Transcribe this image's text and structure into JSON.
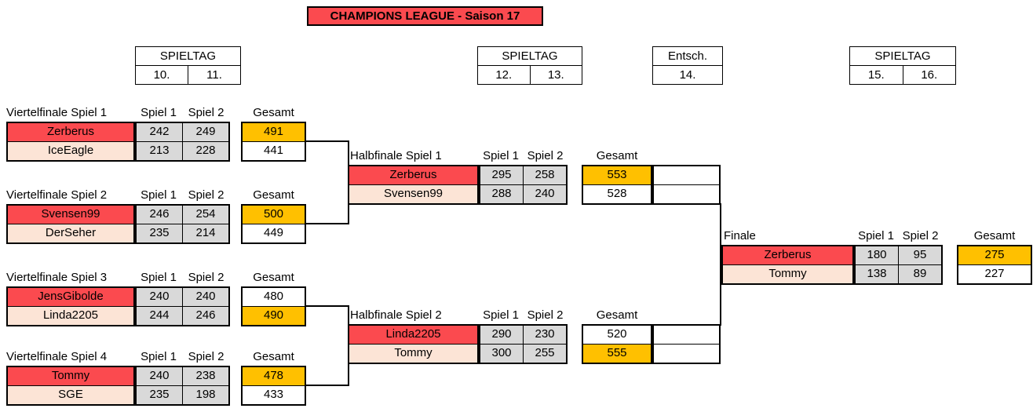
{
  "banner": {
    "title": "CHAMPIONS LEAGUE - Saison 17"
  },
  "colors": {
    "red": "#FB4A4F",
    "pink": "#FCE4D6",
    "gold": "#FFC000",
    "grey": "#D9D9D9",
    "line": "#000000"
  },
  "labels": {
    "spiel1": "Spiel 1",
    "spiel2": "Spiel 2",
    "gesamt": "Gesamt"
  },
  "matchday_headers": [
    {
      "label": "SPIELTAG",
      "days": [
        "10.",
        "11."
      ]
    },
    {
      "label": "SPIELTAG",
      "days": [
        "12.",
        "13."
      ]
    },
    {
      "label": "Entsch.",
      "days": [
        "14."
      ]
    },
    {
      "label": "SPIELTAG",
      "days": [
        "15.",
        "16."
      ]
    }
  ],
  "matches": {
    "qf1": {
      "title": "Viertelfinale Spiel 1",
      "rows": [
        {
          "name": "Zerberus",
          "s1": "242",
          "s2": "249",
          "total": "491",
          "winner": true
        },
        {
          "name": "IceEagle",
          "s1": "213",
          "s2": "228",
          "total": "441",
          "winner": false
        }
      ]
    },
    "qf2": {
      "title": "Viertelfinale Spiel 2",
      "rows": [
        {
          "name": "Svensen99",
          "s1": "246",
          "s2": "254",
          "total": "500",
          "winner": true
        },
        {
          "name": "DerSeher",
          "s1": "235",
          "s2": "214",
          "total": "449",
          "winner": false
        }
      ]
    },
    "qf3": {
      "title": "Viertelfinale Spiel 3",
      "rows": [
        {
          "name": "JensGibolde",
          "s1": "240",
          "s2": "240",
          "total": "480",
          "winner": false
        },
        {
          "name": "Linda2205",
          "s1": "244",
          "s2": "246",
          "total": "490",
          "winner": true
        }
      ]
    },
    "qf4": {
      "title": "Viertelfinale Spiel 4",
      "rows": [
        {
          "name": "Tommy",
          "s1": "240",
          "s2": "238",
          "total": "478",
          "winner": true
        },
        {
          "name": "SGE",
          "s1": "235",
          "s2": "198",
          "total": "433",
          "winner": false
        }
      ]
    },
    "hf1": {
      "title": "Halbfinale Spiel 1",
      "rows": [
        {
          "name": "Zerberus",
          "s1": "295",
          "s2": "258",
          "total": "553",
          "winner": true
        },
        {
          "name": "Svensen99",
          "s1": "288",
          "s2": "240",
          "total": "528",
          "winner": false
        }
      ]
    },
    "hf2": {
      "title": "Halbfinale Spiel 2",
      "rows": [
        {
          "name": "Linda2205",
          "s1": "290",
          "s2": "230",
          "total": "520",
          "winner": false
        },
        {
          "name": "Tommy",
          "s1": "300",
          "s2": "255",
          "total": "555",
          "winner": true
        }
      ]
    },
    "finale": {
      "title": "Finale",
      "rows": [
        {
          "name": "Zerberus",
          "s1": "180",
          "s2": "95",
          "total": "275",
          "winner": true
        },
        {
          "name": "Tommy",
          "s1": "138",
          "s2": "89",
          "total": "227",
          "winner": false
        }
      ]
    }
  }
}
